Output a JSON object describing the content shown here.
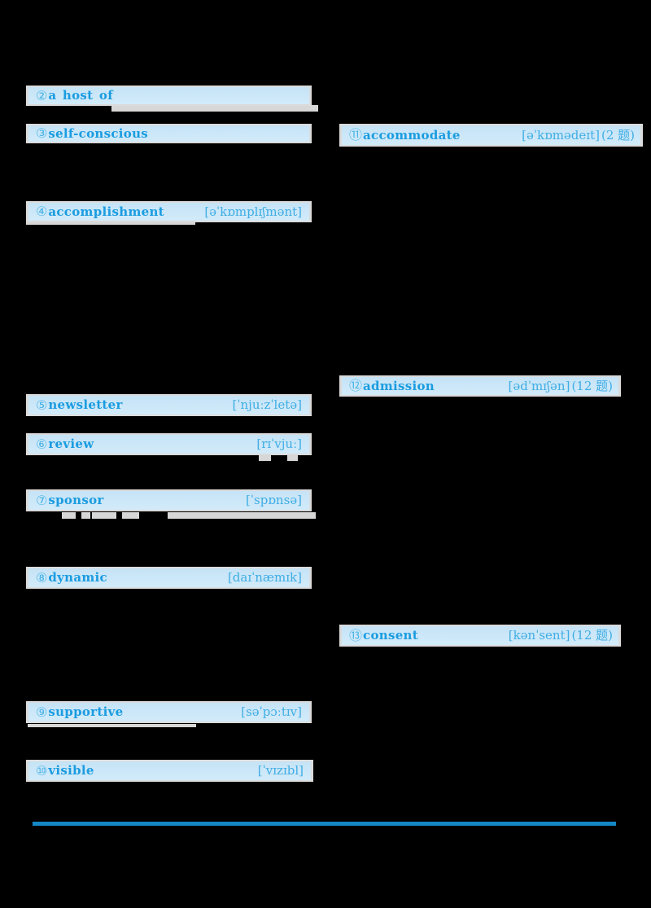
{
  "colors": {
    "background": "#000000",
    "paper": "#dbdbdb",
    "highlight": "#cbe7f8",
    "word": "#1b9ce0",
    "numblue": "#4ab4e7",
    "phonetic": "#3fade4",
    "bar": "#1487c5"
  },
  "entries": [
    {
      "id": "2",
      "num": "②",
      "word": "a host of",
      "phonetic": "",
      "count": ""
    },
    {
      "id": "3",
      "num": "③",
      "word": "self-conscious",
      "phonetic": "",
      "count": ""
    },
    {
      "id": "4",
      "num": "④",
      "word": "accomplishment",
      "phonetic": "[əˈkɒmplɪʃmənt]",
      "count": ""
    },
    {
      "id": "5",
      "num": "⑤",
      "word": "newsletter",
      "phonetic": "[ˈnjuːzˈletə]",
      "count": ""
    },
    {
      "id": "6",
      "num": "⑥",
      "word": "review",
      "phonetic": "[rɪˈvjuː]",
      "count": ""
    },
    {
      "id": "7",
      "num": "⑦",
      "word": "sponsor",
      "phonetic": "[ˈspɒnsə]",
      "count": ""
    },
    {
      "id": "8",
      "num": "⑧",
      "word": "dynamic",
      "phonetic": "[daɪˈnæmɪk]",
      "count": ""
    },
    {
      "id": "9",
      "num": "⑨",
      "word": "supportive",
      "phonetic": "[səˈpɔːtɪv]",
      "count": ""
    },
    {
      "id": "10",
      "num": "⑩",
      "word": "visible",
      "phonetic": "[ˈvɪzɪbl]",
      "count": ""
    },
    {
      "id": "11",
      "num": "⑪",
      "word": "accommodate",
      "phonetic": "[əˈkɒmədeɪt]",
      "count": "(2 题)"
    },
    {
      "id": "12",
      "num": "⑫",
      "word": "admission",
      "phonetic": "[ədˈmɪʃən]",
      "count": "(12 题)"
    },
    {
      "id": "13",
      "num": "⑬",
      "word": "consent",
      "phonetic": "[kənˈsent]",
      "count": "(12 题)"
    }
  ]
}
